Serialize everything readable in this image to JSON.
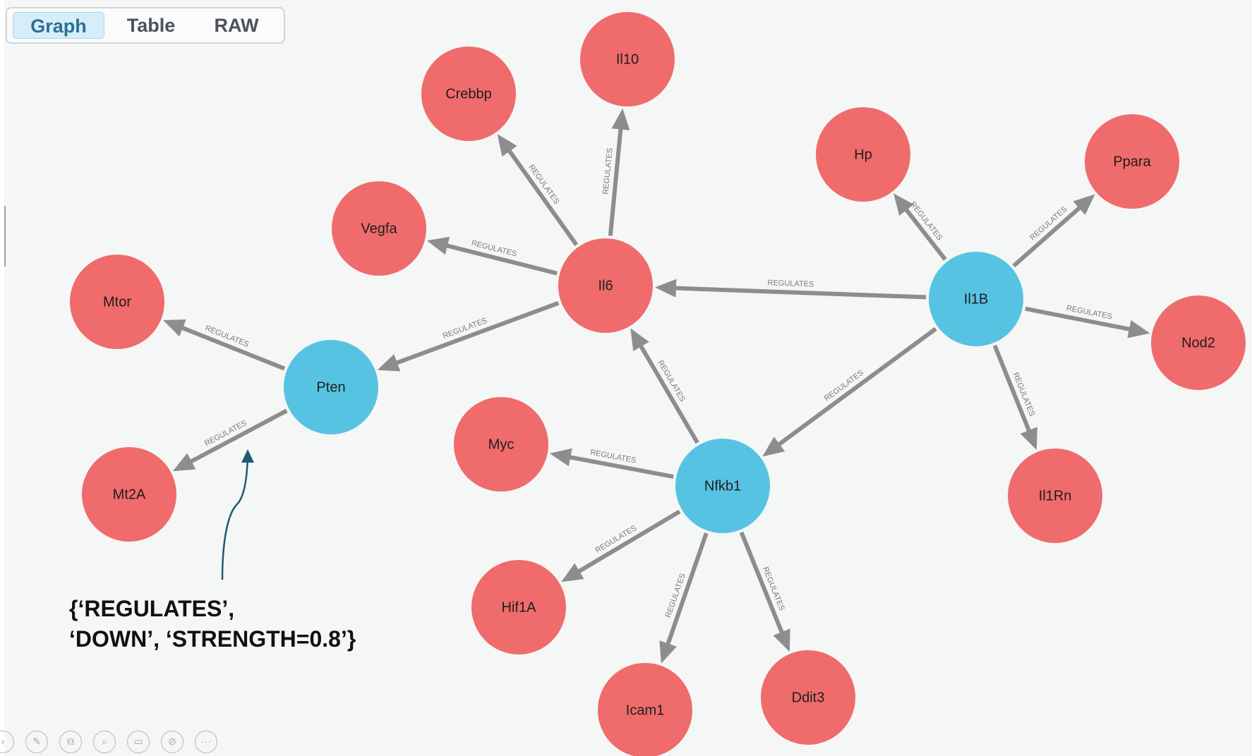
{
  "tabs": [
    {
      "id": "graph",
      "label": "Graph",
      "active": true
    },
    {
      "id": "table",
      "label": "Table",
      "active": false
    },
    {
      "id": "raw",
      "label": "RAW",
      "active": false
    }
  ],
  "colors": {
    "node_red": "#f06b6b",
    "node_blue": "#57c3e3",
    "edge": "#8d8d8d",
    "annotation_arrow": "#1f5a75"
  },
  "graph": {
    "nodes": [
      {
        "id": "crebbp",
        "label": "Crebbp",
        "type": "red"
      },
      {
        "id": "il10",
        "label": "Il10",
        "type": "red"
      },
      {
        "id": "vegfa",
        "label": "Vegfa",
        "type": "red"
      },
      {
        "id": "il6",
        "label": "Il6",
        "type": "red"
      },
      {
        "id": "hp",
        "label": "Hp",
        "type": "red"
      },
      {
        "id": "ppara",
        "label": "Ppara",
        "type": "red"
      },
      {
        "id": "il1b",
        "label": "Il1B",
        "type": "blue"
      },
      {
        "id": "nod2",
        "label": "Nod2",
        "type": "red"
      },
      {
        "id": "mtor",
        "label": "Mtor",
        "type": "red"
      },
      {
        "id": "pten",
        "label": "Pten",
        "type": "blue"
      },
      {
        "id": "mt2a",
        "label": "Mt2A",
        "type": "red"
      },
      {
        "id": "myc",
        "label": "Myc",
        "type": "red"
      },
      {
        "id": "nfkb1",
        "label": "Nfkb1",
        "type": "blue"
      },
      {
        "id": "il1rn",
        "label": "Il1Rn",
        "type": "red"
      },
      {
        "id": "hif1a",
        "label": "Hif1A",
        "type": "red"
      },
      {
        "id": "icam1",
        "label": "Icam1",
        "type": "red"
      },
      {
        "id": "ddit3",
        "label": "Ddit3",
        "type": "red"
      }
    ],
    "edges": [
      {
        "from": "il6",
        "to": "crebbp",
        "label": "REGULATES"
      },
      {
        "from": "il6",
        "to": "il10",
        "label": "REGULATES"
      },
      {
        "from": "il6",
        "to": "vegfa",
        "label": "REGULATES"
      },
      {
        "from": "il6",
        "to": "pten",
        "label": "REGULATES"
      },
      {
        "from": "il1b",
        "to": "il6",
        "label": "REGULATES"
      },
      {
        "from": "il1b",
        "to": "hp",
        "label": "REGULATES"
      },
      {
        "from": "il1b",
        "to": "ppara",
        "label": "REGULATES"
      },
      {
        "from": "il1b",
        "to": "nod2",
        "label": "REGULATES"
      },
      {
        "from": "il1b",
        "to": "il1rn",
        "label": "REGULATES"
      },
      {
        "from": "il1b",
        "to": "nfkb1",
        "label": "REGULATES"
      },
      {
        "from": "pten",
        "to": "mtor",
        "label": "REGULATES"
      },
      {
        "from": "pten",
        "to": "mt2a",
        "label": "REGULATES"
      },
      {
        "from": "nfkb1",
        "to": "il6",
        "label": "REGULATES"
      },
      {
        "from": "nfkb1",
        "to": "myc",
        "label": "REGULATES"
      },
      {
        "from": "nfkb1",
        "to": "hif1a",
        "label": "REGULATES"
      },
      {
        "from": "nfkb1",
        "to": "icam1",
        "label": "REGULATES"
      },
      {
        "from": "nfkb1",
        "to": "ddit3",
        "label": "REGULATES"
      }
    ]
  },
  "annotation": {
    "line1": "{‘REGULATES’,",
    "line2": "‘DOWN’, ‘STRENGTH=0.8’}"
  },
  "toolbar": [
    {
      "id": "play",
      "icon": "play-icon",
      "glyph": "›"
    },
    {
      "id": "pen",
      "icon": "pen-icon",
      "glyph": "✎"
    },
    {
      "id": "copy",
      "icon": "copy-icon",
      "glyph": "⧉"
    },
    {
      "id": "zoom",
      "icon": "zoom-icon",
      "glyph": "⌕"
    },
    {
      "id": "subtitles",
      "icon": "subtitles-icon",
      "glyph": "▭"
    },
    {
      "id": "camera-off",
      "icon": "camera-off-icon",
      "glyph": "⊘"
    },
    {
      "id": "more",
      "icon": "more-icon",
      "glyph": "···"
    }
  ]
}
